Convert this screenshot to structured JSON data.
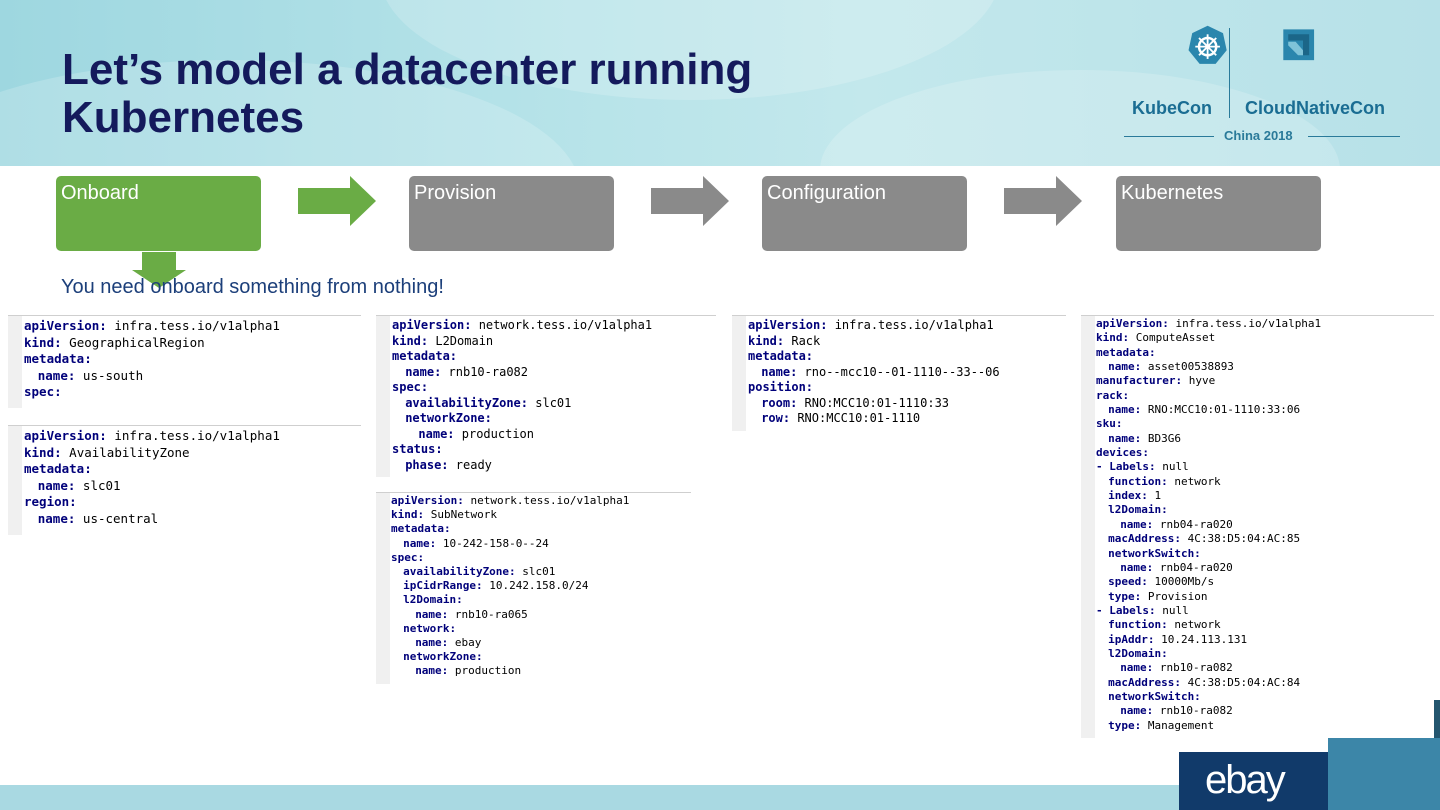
{
  "slide": {
    "title_line1": "Let’s model a datacenter running",
    "title_line2": "Kubernetes",
    "subtitle": "You need onboard something from nothing!"
  },
  "logo": {
    "kubecon": "KubeCon",
    "cloudnativecon": "CloudNativeCon",
    "event": "China 2018"
  },
  "steps": [
    {
      "label": "Onboard",
      "color": "#6aac45"
    },
    {
      "label": "Provision",
      "color": "#8a8a8a"
    },
    {
      "label": "Configuration",
      "color": "#8a8a8a"
    },
    {
      "label": "Kubernetes",
      "color": "#8a8a8a"
    }
  ],
  "footer": {
    "brand": "ebay"
  },
  "code_blocks": [
    {
      "id": "geo-region",
      "lines": [
        {
          "k": "apiVersion:",
          "v": " infra.tess.io/v1alpha1",
          "i": 0
        },
        {
          "k": "kind:",
          "v": " GeographicalRegion",
          "i": 0
        },
        {
          "k": "metadata:",
          "v": "",
          "i": 0
        },
        {
          "k": "name:",
          "v": " us-south",
          "i": 1
        },
        {
          "k": "spec:",
          "v": "",
          "i": 0
        }
      ]
    },
    {
      "id": "availability-zone",
      "lines": [
        {
          "k": "apiVersion:",
          "v": " infra.tess.io/v1alpha1",
          "i": 0
        },
        {
          "k": "kind:",
          "v": " AvailabilityZone",
          "i": 0
        },
        {
          "k": "metadata:",
          "v": "",
          "i": 0
        },
        {
          "k": "name:",
          "v": " slc01",
          "i": 1
        },
        {
          "k": "region:",
          "v": "",
          "i": 0
        },
        {
          "k": "name:",
          "v": " us-central",
          "i": 1
        }
      ]
    },
    {
      "id": "l2domain",
      "lines": [
        {
          "k": "apiVersion:",
          "v": " network.tess.io/v1alpha1",
          "i": 0
        },
        {
          "k": "kind:",
          "v": " L2Domain",
          "i": 0
        },
        {
          "k": "metadata:",
          "v": "",
          "i": 0
        },
        {
          "k": "name:",
          "v": " rnb10-ra082",
          "i": 1
        },
        {
          "k": "spec:",
          "v": "",
          "i": 0
        },
        {
          "k": "availabilityZone:",
          "v": " slc01",
          "i": 1
        },
        {
          "k": "networkZone:",
          "v": "",
          "i": 1
        },
        {
          "k": "name:",
          "v": " production",
          "i": 2
        },
        {
          "k": "status:",
          "v": "",
          "i": 0
        },
        {
          "k": "phase:",
          "v": " ready",
          "i": 1
        }
      ]
    },
    {
      "id": "subnetwork",
      "lines": [
        {
          "k": "apiVersion:",
          "v": " network.tess.io/v1alpha1",
          "i": 0
        },
        {
          "k": "kind:",
          "v": " SubNetwork",
          "i": 0
        },
        {
          "k": "metadata:",
          "v": "",
          "i": 0
        },
        {
          "k": "name:",
          "v": " 10-242-158-0--24",
          "i": 1
        },
        {
          "k": "spec:",
          "v": "",
          "i": 0
        },
        {
          "k": "availabilityZone:",
          "v": " slc01",
          "i": 1
        },
        {
          "k": "ipCidrRange:",
          "v": " 10.242.158.0/24",
          "i": 1
        },
        {
          "k": "l2Domain:",
          "v": "",
          "i": 1
        },
        {
          "k": "name:",
          "v": " rnb10-ra065",
          "i": 2
        },
        {
          "k": "network:",
          "v": "",
          "i": 1
        },
        {
          "k": "name:",
          "v": " ebay",
          "i": 2
        },
        {
          "k": "networkZone:",
          "v": "",
          "i": 1
        },
        {
          "k": "name:",
          "v": " production",
          "i": 2
        }
      ]
    },
    {
      "id": "rack",
      "lines": [
        {
          "k": "apiVersion:",
          "v": " infra.tess.io/v1alpha1",
          "i": 0
        },
        {
          "k": "kind:",
          "v": " Rack",
          "i": 0
        },
        {
          "k": "metadata:",
          "v": "",
          "i": 0
        },
        {
          "k": "name:",
          "v": " rno--mcc10--01-1110--33--06",
          "i": 1
        },
        {
          "k": "position:",
          "v": "",
          "i": 0
        },
        {
          "k": "room:",
          "v": " RNO:MCC10:01-1110:33",
          "i": 1
        },
        {
          "k": "row:",
          "v": " RNO:MCC10:01-1110",
          "i": 1
        }
      ]
    },
    {
      "id": "compute-asset",
      "lines": [
        {
          "k": "apiVersion:",
          "v": " infra.tess.io/v1alpha1",
          "i": 0
        },
        {
          "k": "kind:",
          "v": " ComputeAsset",
          "i": 0
        },
        {
          "k": "metadata:",
          "v": "",
          "i": 0
        },
        {
          "k": "name:",
          "v": " asset00538893",
          "i": 1
        },
        {
          "k": "manufacturer:",
          "v": " hyve",
          "i": 0
        },
        {
          "k": "rack:",
          "v": "",
          "i": 0
        },
        {
          "k": "name:",
          "v": " RNO:MCC10:01-1110:33:06",
          "i": 1
        },
        {
          "k": "sku:",
          "v": "",
          "i": 0
        },
        {
          "k": "name:",
          "v": " BD3G6",
          "i": 1
        },
        {
          "k": "devices:",
          "v": "",
          "i": 0
        },
        {
          "k": "- Labels:",
          "v": " null",
          "i": 0
        },
        {
          "k": "function:",
          "v": " network",
          "i": 1
        },
        {
          "k": "index:",
          "v": " 1",
          "i": 1
        },
        {
          "k": "l2Domain:",
          "v": "",
          "i": 1
        },
        {
          "k": "name:",
          "v": " rnb04-ra020",
          "i": 2
        },
        {
          "k": "macAddress:",
          "v": " 4C:38:D5:04:AC:85",
          "i": 1
        },
        {
          "k": "networkSwitch:",
          "v": "",
          "i": 1
        },
        {
          "k": "name:",
          "v": " rnb04-ra020",
          "i": 2
        },
        {
          "k": "speed:",
          "v": " 10000Mb/s",
          "i": 1
        },
        {
          "k": "type:",
          "v": " Provision",
          "i": 1
        },
        {
          "k": "- Labels:",
          "v": " null",
          "i": 0
        },
        {
          "k": "function:",
          "v": " network",
          "i": 1
        },
        {
          "k": "ipAddr:",
          "v": " 10.24.113.131",
          "i": 1
        },
        {
          "k": "l2Domain:",
          "v": "",
          "i": 1
        },
        {
          "k": "name:",
          "v": " rnb10-ra082",
          "i": 2
        },
        {
          "k": "macAddress:",
          "v": " 4C:38:D5:04:AC:84",
          "i": 1
        },
        {
          "k": "networkSwitch:",
          "v": "",
          "i": 1
        },
        {
          "k": "name:",
          "v": " rnb10-ra082",
          "i": 2
        },
        {
          "k": "type:",
          "v": " Management",
          "i": 1
        }
      ]
    }
  ]
}
